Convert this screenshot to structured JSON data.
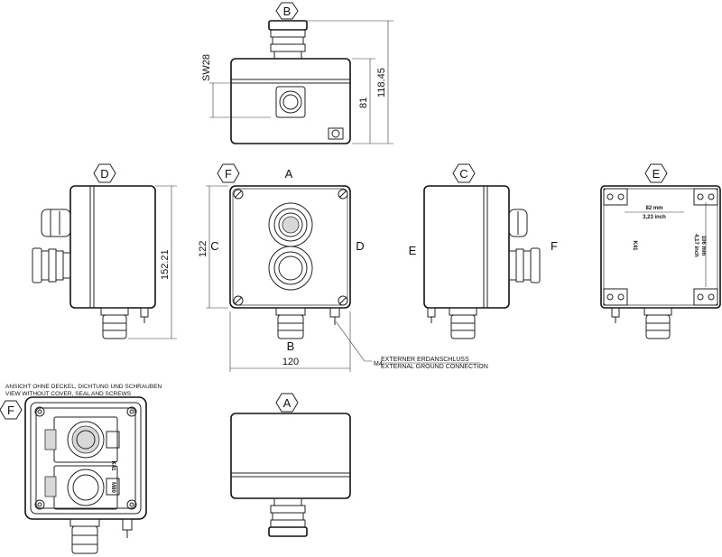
{
  "views": {
    "top_label": "B",
    "front_label_f": "F",
    "front_label_a": "A",
    "front_label_c": "C",
    "front_label_d": "D",
    "front_label_b": "B",
    "left_label": "D",
    "right_label": "C",
    "right_e": "E",
    "right_f": "F",
    "back_label": "E",
    "inner_label": "F",
    "bottom_label": "A"
  },
  "dimensions": {
    "sw": "SW28",
    "h118": "118.45",
    "h81": "81",
    "h152": "152.21",
    "h122": "122",
    "w120": "120",
    "w82": "82 mm",
    "w82in": "3,23 inch",
    "h106": "106 mm",
    "h106in": "4,17 inch"
  },
  "notes": {
    "m4": "M4",
    "ground_de": "EXTERNER ERDANSCHLUSS",
    "ground_en": "EXTERNAL GROUND CONNECTION",
    "view_de": "ANSICHT OHNE DECKEL, DICHTUNG UND SCHRAUBEN",
    "view_en": "VIEW WITHOUT COVER, SEAL AND SCREWS"
  },
  "labels": {
    "k1": "K41",
    "k2": "K41",
    "k3": "M80"
  }
}
